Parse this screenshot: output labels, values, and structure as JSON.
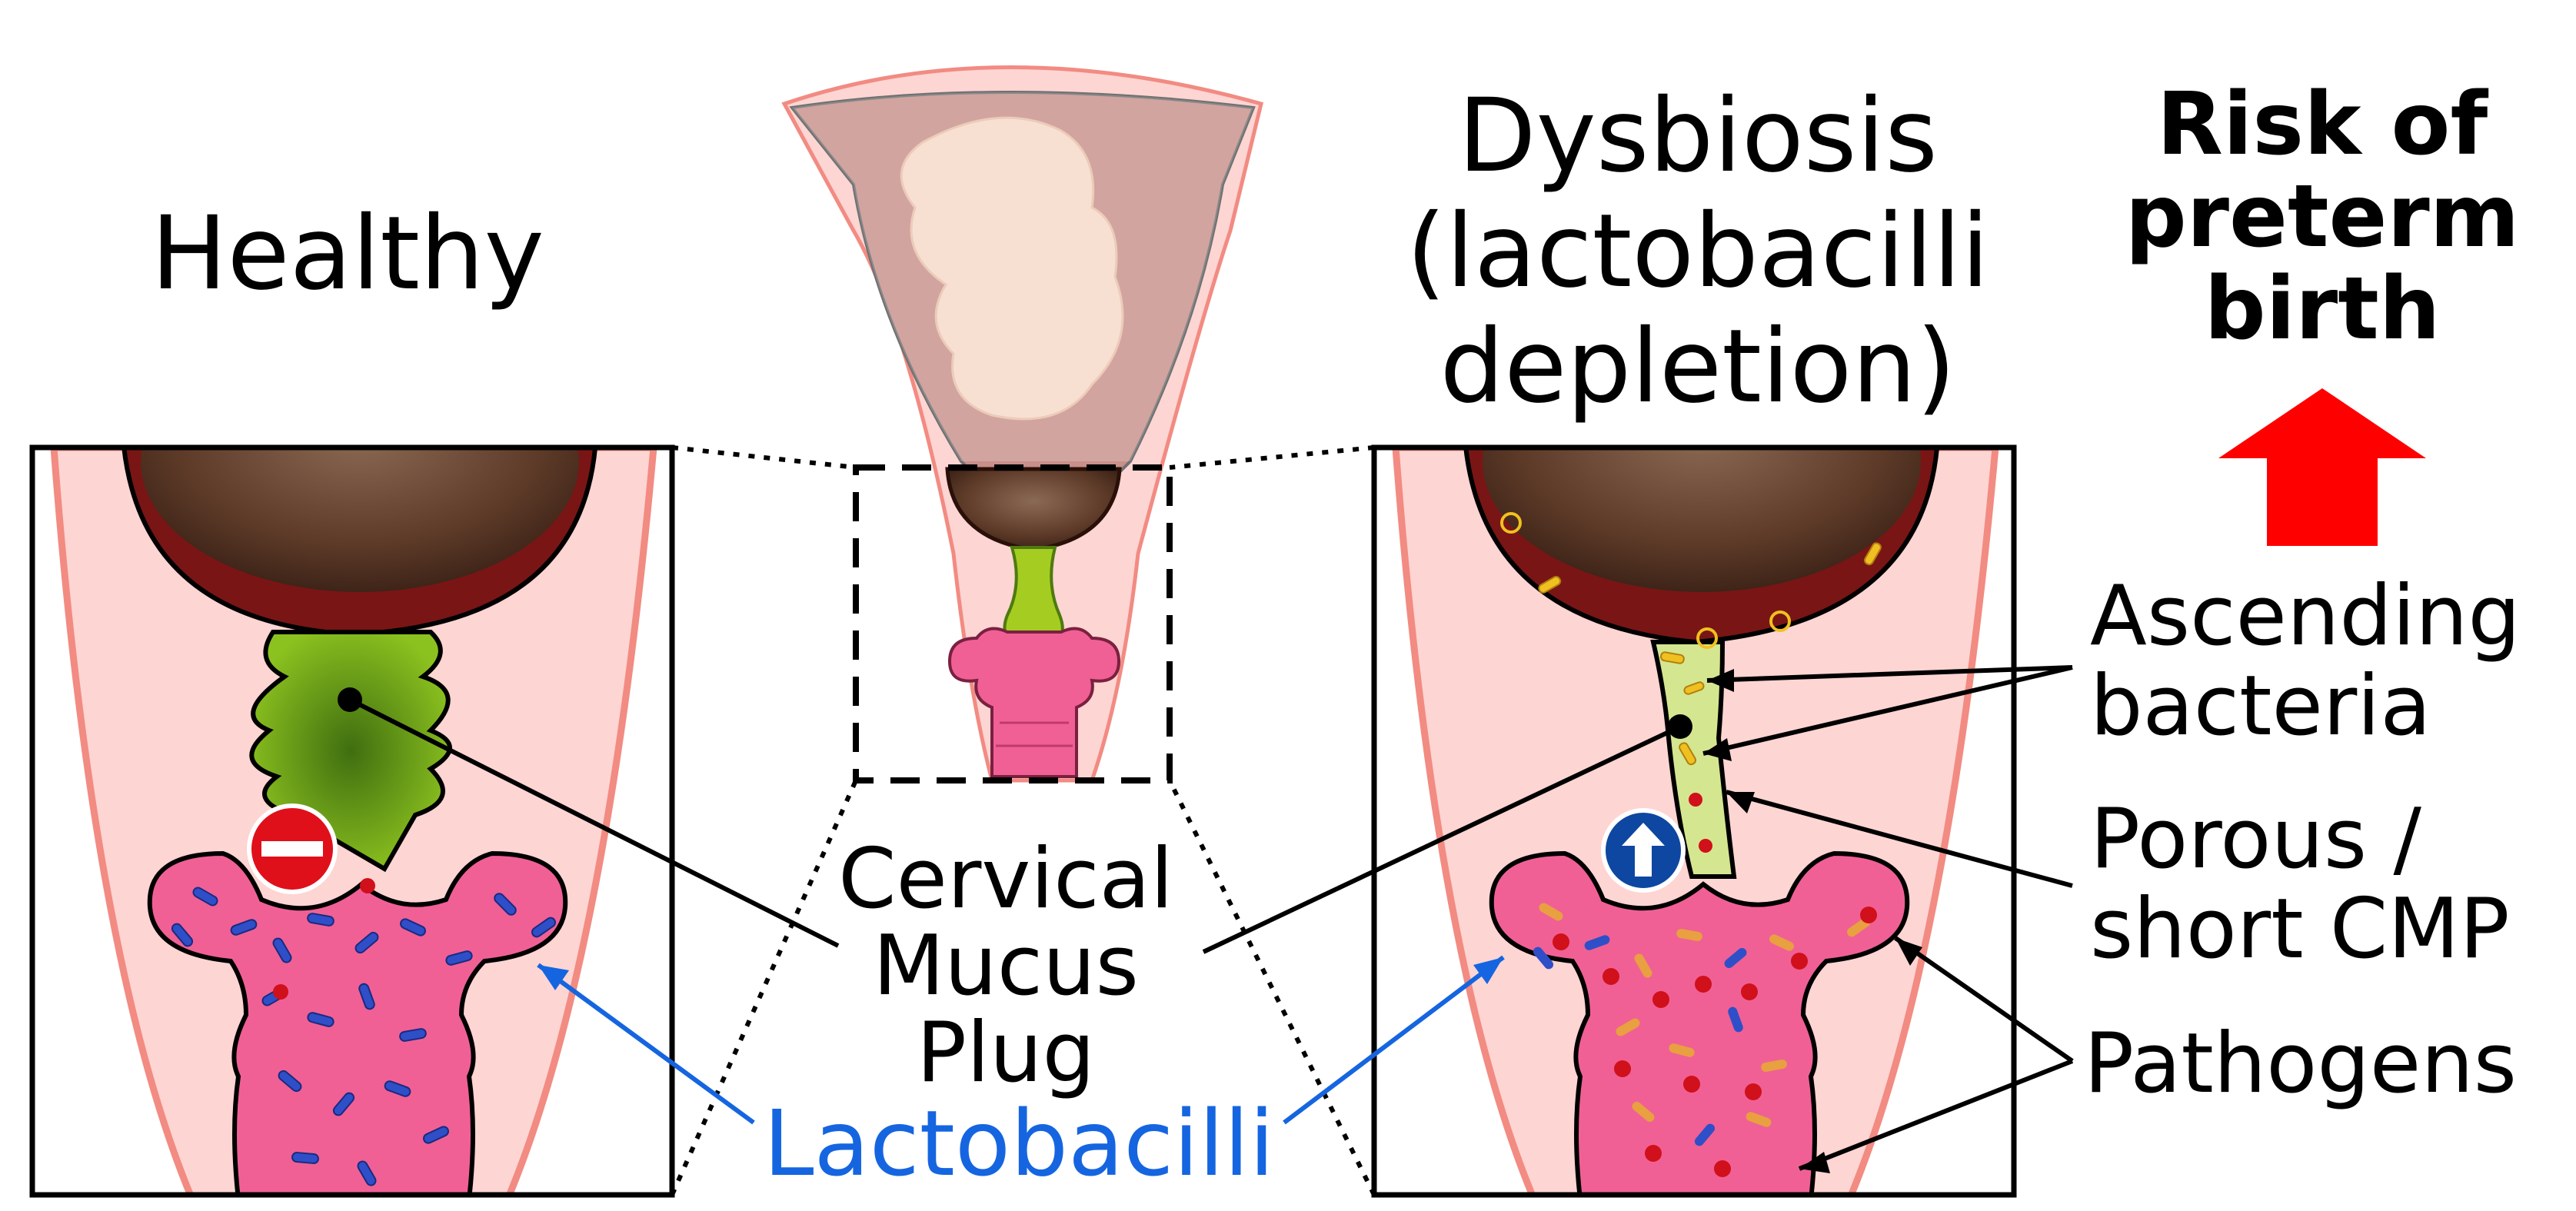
{
  "titles": {
    "healthy": "Healthy",
    "dysbiosis": [
      "Dysbiosis",
      "(lactobacilli",
      "depletion)"
    ],
    "risk": [
      "Risk of",
      "preterm",
      "birth"
    ]
  },
  "labels": {
    "cmp": [
      "Cervical",
      "Mucus",
      "Plug"
    ],
    "lactobacilli": "Lactobacilli",
    "ascending": [
      "Ascending",
      "bacteria"
    ],
    "porous": [
      "Porous /",
      "short CMP"
    ],
    "pathogens": "Pathogens"
  },
  "colors": {
    "tissue_pink": "#fdd5d3",
    "tissue_edge": "#f28b82",
    "cervix_magenta": "#f06095",
    "mucus_green": "#6fa21a",
    "fetal_dark": "#5a2a1a",
    "lactobacilli_blue": "#1565e0",
    "pathogen_red": "#d0101a",
    "ascending_yellow": "#f0c020",
    "risk_arrow_red": "#ff0000",
    "sign_no_entry": "#e0101a",
    "sign_up_blue": "#0d47a1"
  },
  "icons": {
    "healthy_sign": "no-entry-icon",
    "dysbiosis_sign": "up-arrow-icon",
    "risk_indicator": "red-up-arrow-icon"
  }
}
